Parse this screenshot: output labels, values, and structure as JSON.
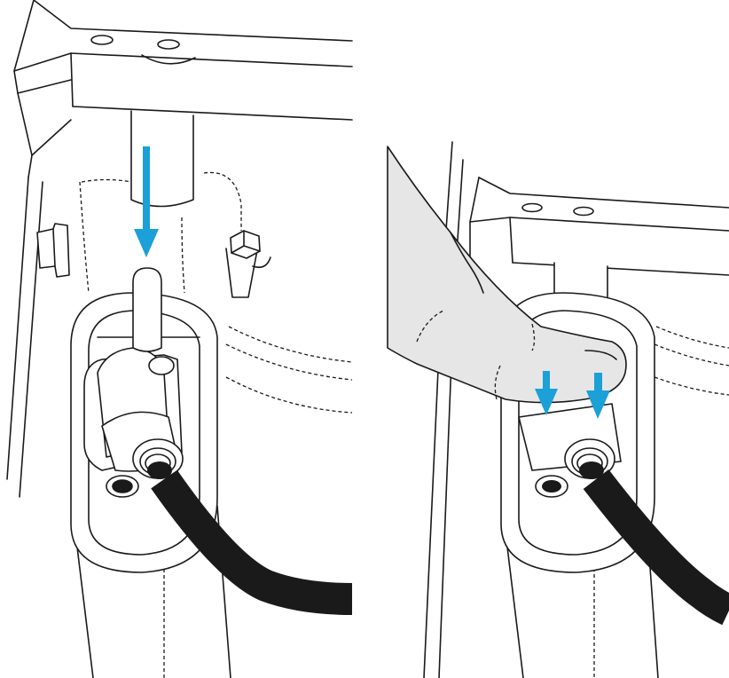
{
  "figure": {
    "panels": [
      {
        "id": "left",
        "step": "insert-tube-into-fitting",
        "arrow_count": 1
      },
      {
        "id": "right",
        "step": "press-fitting-collet-down",
        "arrow_count": 2
      }
    ],
    "colors": {
      "arrow": "#1ba0d7",
      "line": "#1a1a1a",
      "hose": "#1a1a1a",
      "finger_fill": "#e6e6e6",
      "background": "#ffffff"
    },
    "icons": [
      "down-arrow-icon",
      "finger-icon",
      "hex-bolt-icon",
      "hose-icon"
    ]
  }
}
